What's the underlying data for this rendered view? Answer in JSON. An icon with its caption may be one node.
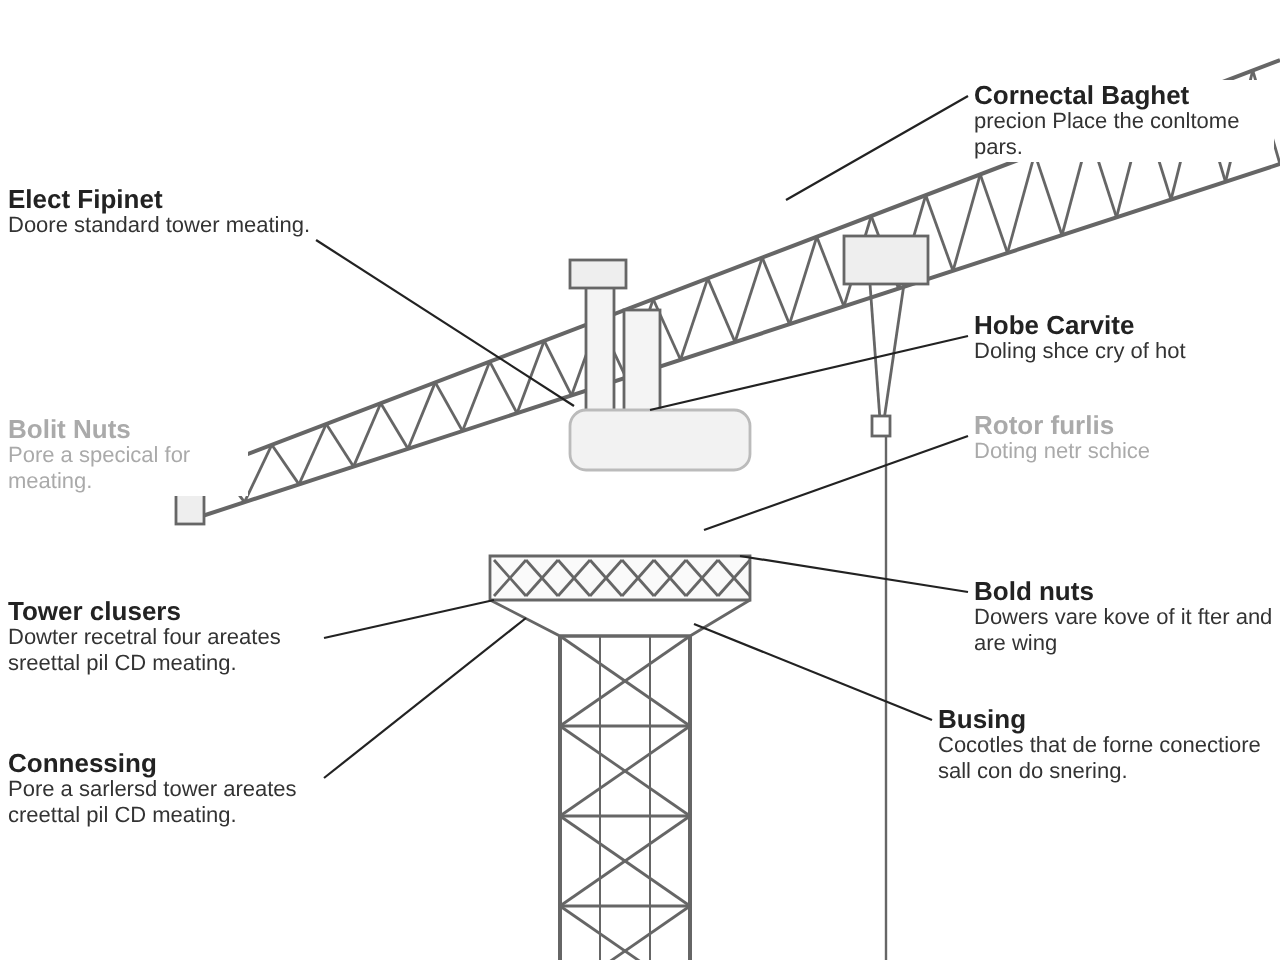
{
  "diagram": {
    "nodes": [
      {
        "text": [
          "Elect Fipinet",
          "Doore standard tower meating."
        ]
      },
      {
        "text": [
          "Bolit Nuts",
          "Pore a specical for meating."
        ]
      },
      {
        "text": [
          "Tower clusers",
          "Dowter recetral four areates sreettal pil CD meating."
        ]
      },
      {
        "text": [
          "Connessing",
          "Pore a sarlersd tower areates creettal pil CD meating."
        ]
      },
      {
        "text": [
          "Cornectal Baghet",
          "precion Place the conltome pars."
        ]
      },
      {
        "text": [
          "Hobe Carvite",
          "Doling shce cry of hot"
        ]
      },
      {
        "text": [
          "Rotor furlis",
          "Doting netr schice"
        ]
      },
      {
        "text": [
          "Bold nuts",
          "Dowers vare kove of it fter and are wing"
        ]
      },
      {
        "text": [
          "Busing",
          "Cocotles that de forne conectiore sall con do snering."
        ]
      }
    ],
    "edges": [
      {
        "from": 0,
        "to": null,
        "arrow": "none"
      },
      {
        "from": 2,
        "to": null,
        "arrow": "none"
      },
      {
        "from": 3,
        "to": null,
        "arrow": "none"
      },
      {
        "from": 4,
        "to": null,
        "arrow": "none"
      },
      {
        "from": 5,
        "to": null,
        "arrow": "none"
      },
      {
        "from": 6,
        "to": null,
        "arrow": "none"
      },
      {
        "from": 7,
        "to": null,
        "arrow": "none"
      },
      {
        "from": 8,
        "to": null,
        "arrow": "none"
      }
    ]
  }
}
